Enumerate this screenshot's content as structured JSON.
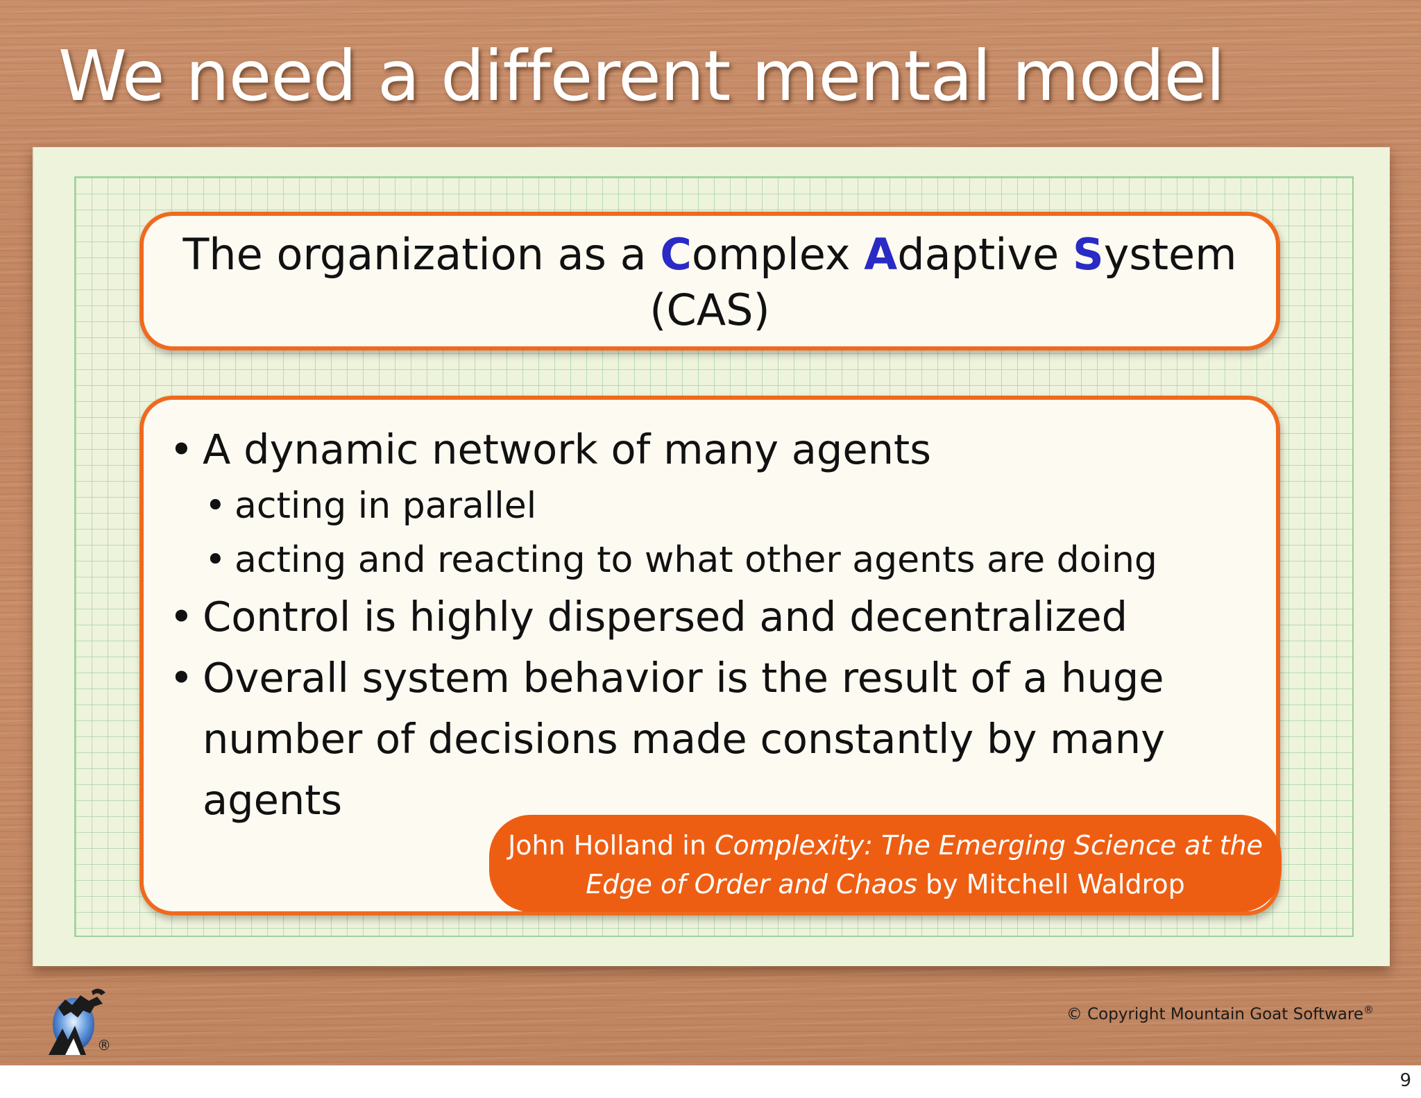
{
  "slide": {
    "title": "We need a different mental model",
    "headline_box": {
      "line1_before_c": "The organization as a ",
      "accent_c": "C",
      "line1_omplex": "omplex ",
      "accent_a": "A",
      "line1_daptive": "daptive ",
      "accent_s": "S",
      "line1_ystem": "ystem",
      "line2": "(CAS)",
      "accent_color": "#2a2ac4"
    },
    "bullets": [
      {
        "level": 1,
        "bullet": "•",
        "text": "A dynamic network of many agents"
      },
      {
        "level": 2,
        "bullet": "•",
        "text": "acting in parallel"
      },
      {
        "level": 2,
        "bullet": "•",
        "text": "acting and reacting to what other agents are doing"
      },
      {
        "level": 1,
        "bullet": "•",
        "text": "Control is highly dispersed and decentralized"
      },
      {
        "level": 1,
        "bullet": "•",
        "text": "Overall system behavior is the result of a huge"
      },
      {
        "level": 1,
        "bullet": "",
        "text": "number of decisions made constantly by many"
      },
      {
        "level": 1,
        "bullet": "",
        "text": "agents"
      }
    ],
    "attribution": {
      "author": "John Holland in ",
      "book": "Complexity: The Emerging Science at the",
      "book_cont": "Edge of Order and Chaos",
      "by": " by Mitchell Waldrop"
    },
    "copyright": "© Copyright Mountain Goat Software",
    "copyright_mark": "®",
    "logo_mark": "®",
    "logo_icon": "mountain-goat-logo-icon",
    "accent_orange": "#ef6a1e"
  },
  "page_number": "9"
}
